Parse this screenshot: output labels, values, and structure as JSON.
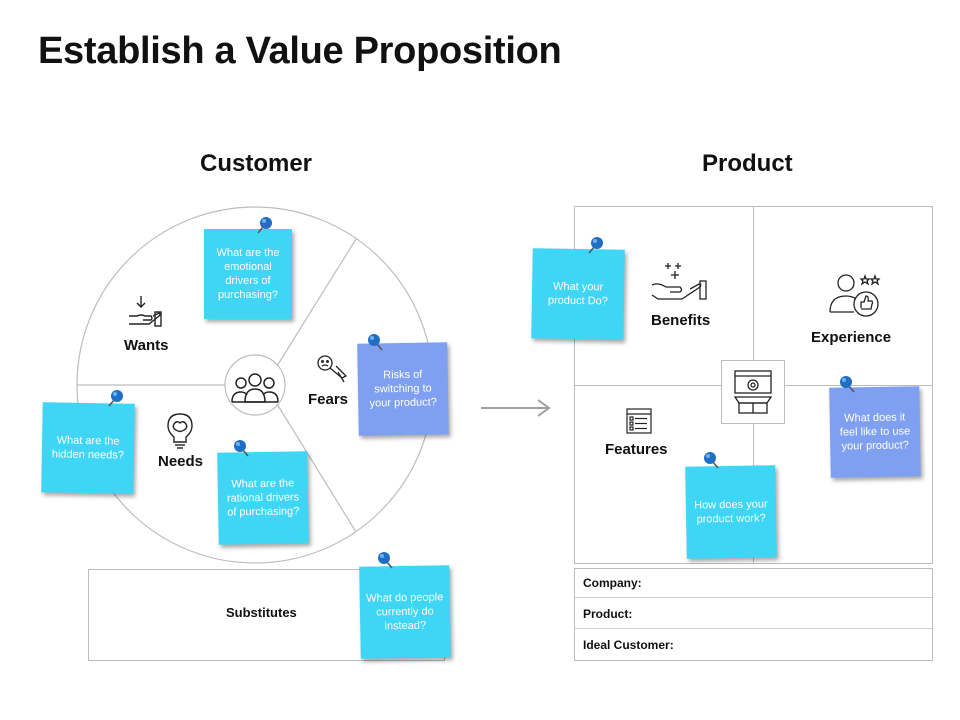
{
  "title": "Establish a Value Proposition",
  "customer": {
    "heading": "Customer",
    "segments": {
      "wants": "Wants",
      "needs": "Needs",
      "fears": "Fears"
    },
    "substitutes": "Substitutes",
    "notes": {
      "emotional": "What are the emotional drivers of purchasing?",
      "risks": "Risks of switching to your product?",
      "hidden": "What are the hidden needs?",
      "rational": "What are the rational drivers of purchasing?",
      "instead": "What do people currently do instead?"
    }
  },
  "product": {
    "heading": "Product",
    "quadrants": {
      "benefits": "Benefits",
      "experience": "Experience",
      "features": "Features"
    },
    "notes": {
      "what_do": "What your product Do?",
      "feel": "What does it feel like to use your product?",
      "how_work": "How does your product work?"
    },
    "info": {
      "company": "Company:",
      "product": "Product:",
      "ideal_customer": "Ideal Customer:"
    }
  },
  "colors": {
    "note_cyan": "#3fd5f5",
    "note_blue": "#7f9ff0",
    "pin": "#1f6fc4",
    "line": "#bdbdbd"
  },
  "icons": [
    "wants-hand-icon",
    "needs-brain-bulb-icon",
    "fears-worried-face-icon",
    "people-group-icon",
    "benefits-hand-sparkle-icon",
    "experience-user-thumbs-up-icon",
    "features-checklist-icon",
    "product-box-gear-icon",
    "arrow-right-icon",
    "pushpin-icon"
  ]
}
